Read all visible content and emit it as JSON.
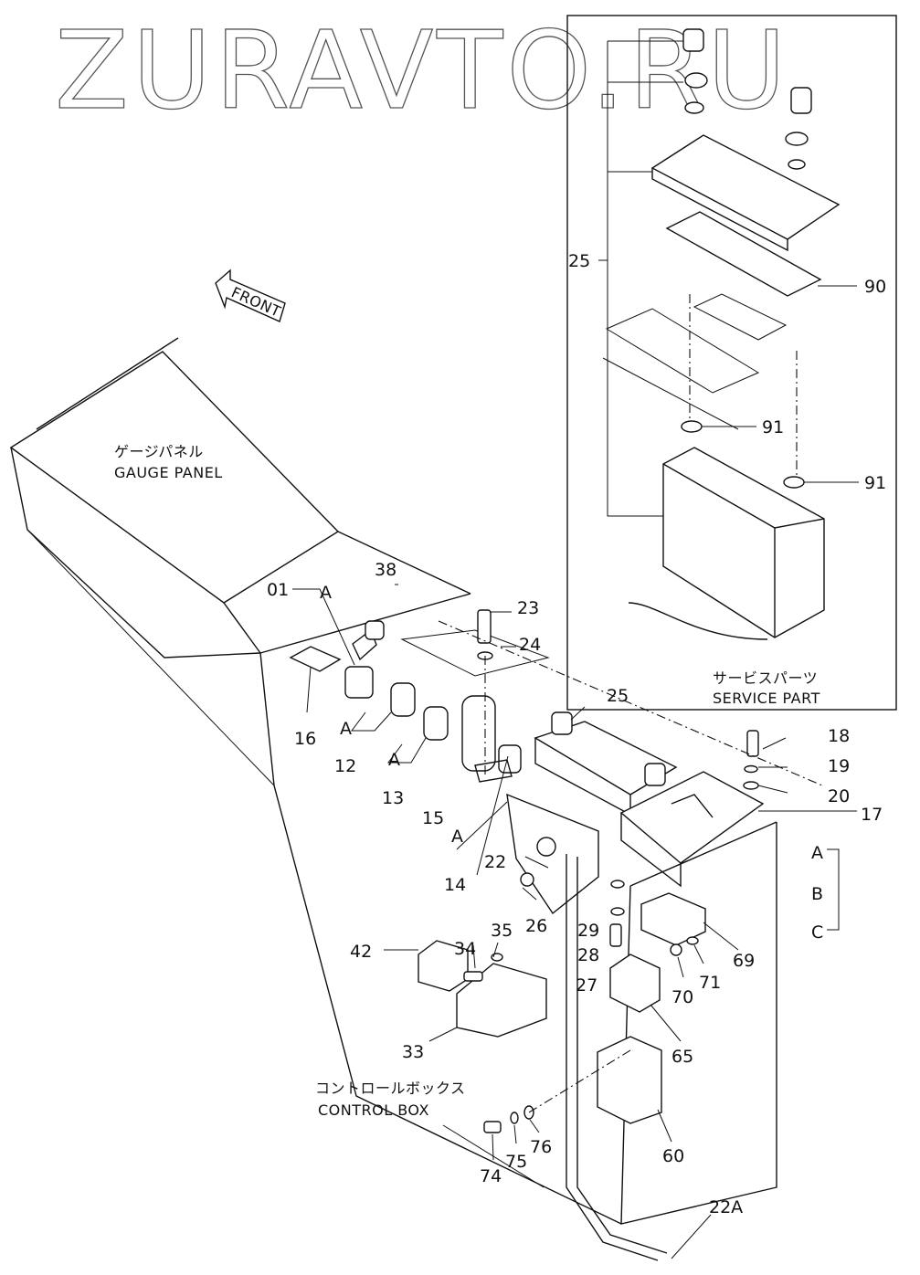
{
  "watermark": "ZURAVTO.RU",
  "front_label": "FRONT",
  "captions": {
    "gauge_panel_jp": "ゲージパネル",
    "gauge_panel_en": "GAUGE PANEL",
    "service_part_jp": "サービスパーツ",
    "service_part_en": "SERVICE PART",
    "control_box_jp": "コントロールボックス",
    "control_box_en": "CONTROL BOX"
  },
  "callouts": {
    "p01": "01",
    "p38": "38",
    "p16": "16",
    "p12": "12",
    "p13": "13",
    "p14": "14",
    "p15": "15",
    "p17": "17",
    "p18": "18",
    "p19": "19",
    "p20": "20",
    "p22": "22",
    "p22A": "22A",
    "p23": "23",
    "p24": "24",
    "p25_top": "25",
    "p25": "25",
    "p26": "26",
    "p27": "27",
    "p28": "28",
    "p29": "29",
    "p33": "33",
    "p34": "34",
    "p35": "35",
    "p42": "42",
    "p60": "60",
    "p65": "65",
    "p69": "69",
    "p70": "70",
    "p71": "71",
    "p74": "74",
    "p75": "75",
    "p76": "76",
    "p90": "90",
    "p91_a": "91",
    "p91_b": "91"
  },
  "group_letters": {
    "a1": "A",
    "a2": "A",
    "a3": "A",
    "a4": "A",
    "sideA": "A",
    "sideB": "B",
    "sideC": "C"
  }
}
